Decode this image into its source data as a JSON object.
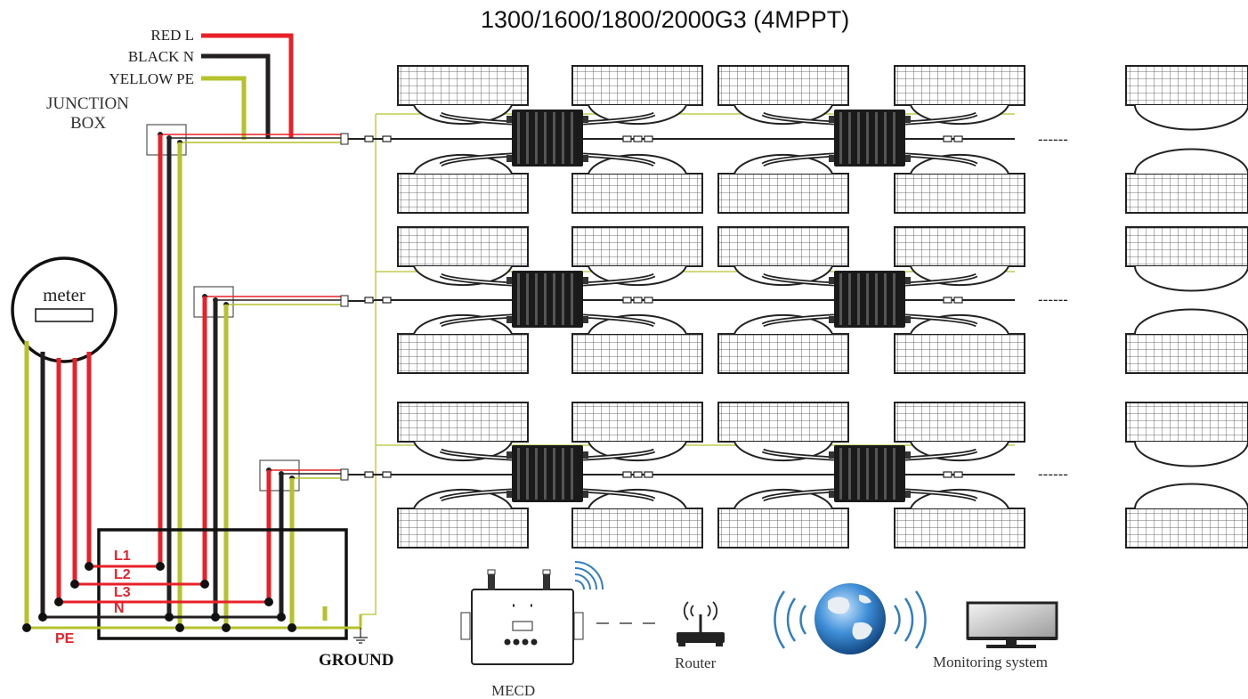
{
  "title": "1300/1600/1800/2000G3 (4MPPT)",
  "wire_legend": [
    {
      "label": "RED L",
      "color": "#e8202a"
    },
    {
      "label": "BLACK N",
      "color": "#231f20"
    },
    {
      "label": "YELLOW PE",
      "color": "#b5c22c"
    }
  ],
  "junction_box_label_line1": "JUNCTION",
  "junction_box_label_line2": "BOX",
  "meter_label": "meter",
  "phase_labels": [
    "L1",
    "L2",
    "L3",
    "N",
    "PE"
  ],
  "ground_label": "GROUND",
  "continuation_mark": "------",
  "devices": {
    "mecd": "MECD",
    "router": "Router",
    "monitoring": "Monitoring system"
  },
  "colors": {
    "red_wire": "#e8202a",
    "black_wire": "#231f20",
    "yellow_wire": "#b5c22c",
    "wifi_blue": "#2d7ec2"
  }
}
